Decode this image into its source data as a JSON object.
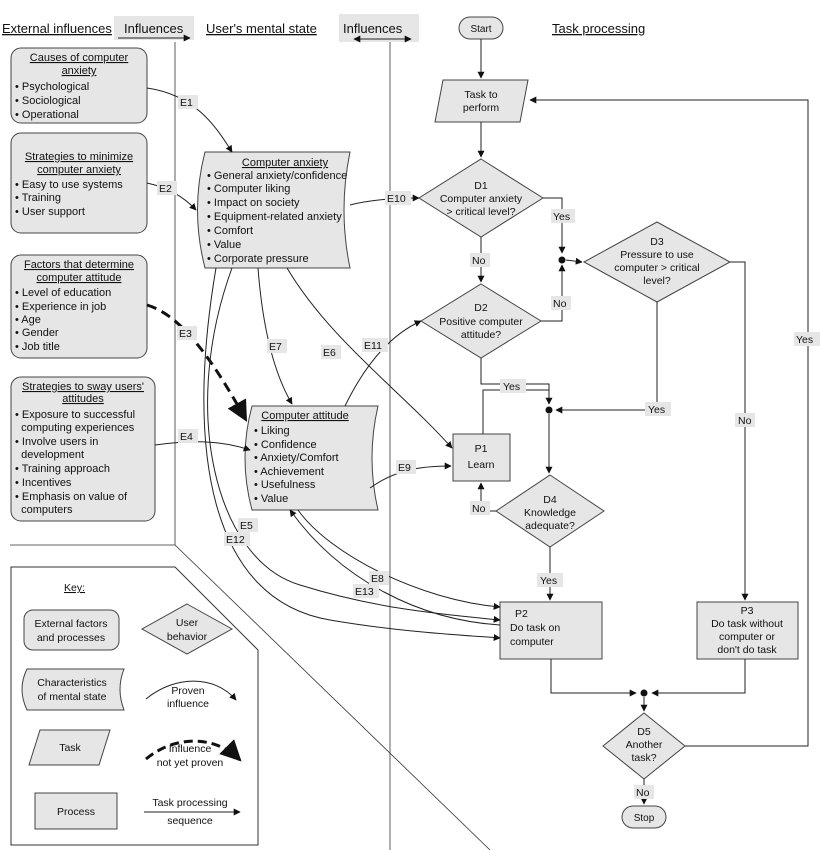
{
  "headers": {
    "external_influences": "External influences",
    "influences_left": "Influences",
    "users_mental_state": "User's mental state",
    "influences_right": "Influences",
    "task_processing": "Task processing"
  },
  "external_boxes": {
    "causes": {
      "title": [
        "Causes of computer",
        "anxiety"
      ],
      "items": [
        "• Psychological",
        "• Sociological",
        "• Operational"
      ]
    },
    "strategies_minimize": {
      "title": [
        "Strategies to minimize",
        "computer anxiety"
      ],
      "items": [
        "• Easy to use systems",
        "• Training",
        "• User support"
      ]
    },
    "factors_attitude": {
      "title": [
        "Factors that determine",
        "computer attitude"
      ],
      "items": [
        "• Level of education",
        "• Experience in job",
        "• Age",
        "• Gender",
        "• Job title"
      ]
    },
    "strategies_sway": {
      "title": [
        "Strategies to sway users'",
        "attitudes"
      ],
      "items": [
        "• Exposure to successful",
        "  computing experiences",
        "• Involve users in",
        "  development",
        "• Training approach",
        "• Incentives",
        "• Emphasis on value of",
        "  computers"
      ]
    }
  },
  "mental_state": {
    "anxiety": {
      "title": "Computer anxiety",
      "items": [
        "• General anxiety/confidence",
        "• Computer liking",
        "• Impact on society",
        "• Equipment-related anxiety",
        "• Comfort",
        "• Value",
        "• Corporate pressure"
      ]
    },
    "attitude": {
      "title": "Computer attitude",
      "items": [
        "• Liking",
        "• Confidence",
        "• Anxiety/Comfort",
        "• Achievement",
        "• Usefulness",
        "• Value"
      ]
    }
  },
  "edges": {
    "e1": "E1",
    "e2": "E2",
    "e3": "E3",
    "e4": "E4",
    "e5": "E5",
    "e6": "E6",
    "e7": "E7",
    "e8": "E8",
    "e9": "E9",
    "e10": "E10",
    "e11": "E11",
    "e12": "E12",
    "e13": "E13"
  },
  "flow": {
    "start": "Start",
    "stop": "Stop",
    "task": [
      "Task to",
      "perform"
    ],
    "d1": [
      "D1",
      "Computer anxiety",
      "> critical level?"
    ],
    "d2": [
      "D2",
      "Positive computer",
      "attitude?"
    ],
    "d3": [
      "D3",
      "Pressure to use",
      "computer > critical",
      "level?"
    ],
    "d4": [
      "D4",
      "Knowledge",
      "adequate?"
    ],
    "d5": [
      "D5",
      "Another",
      "task?"
    ],
    "p1": [
      "P1",
      "Learn"
    ],
    "p2": [
      "P2",
      "Do task on",
      "computer"
    ],
    "p3": [
      "P3",
      "Do task without",
      "computer or",
      "don't do task"
    ],
    "yes": "Yes",
    "no": "No"
  },
  "key": {
    "title": "Key:",
    "external": [
      "External factors",
      "and processes"
    ],
    "user_behavior": [
      "User",
      "behavior"
    ],
    "mental_state": [
      "Characteristics",
      "of mental state"
    ],
    "proven": [
      "Proven",
      "influence"
    ],
    "task": "Task",
    "not_proven": [
      "Influence",
      "not yet proven"
    ],
    "process": "Process",
    "sequence": [
      "Task processing",
      "sequence"
    ]
  }
}
